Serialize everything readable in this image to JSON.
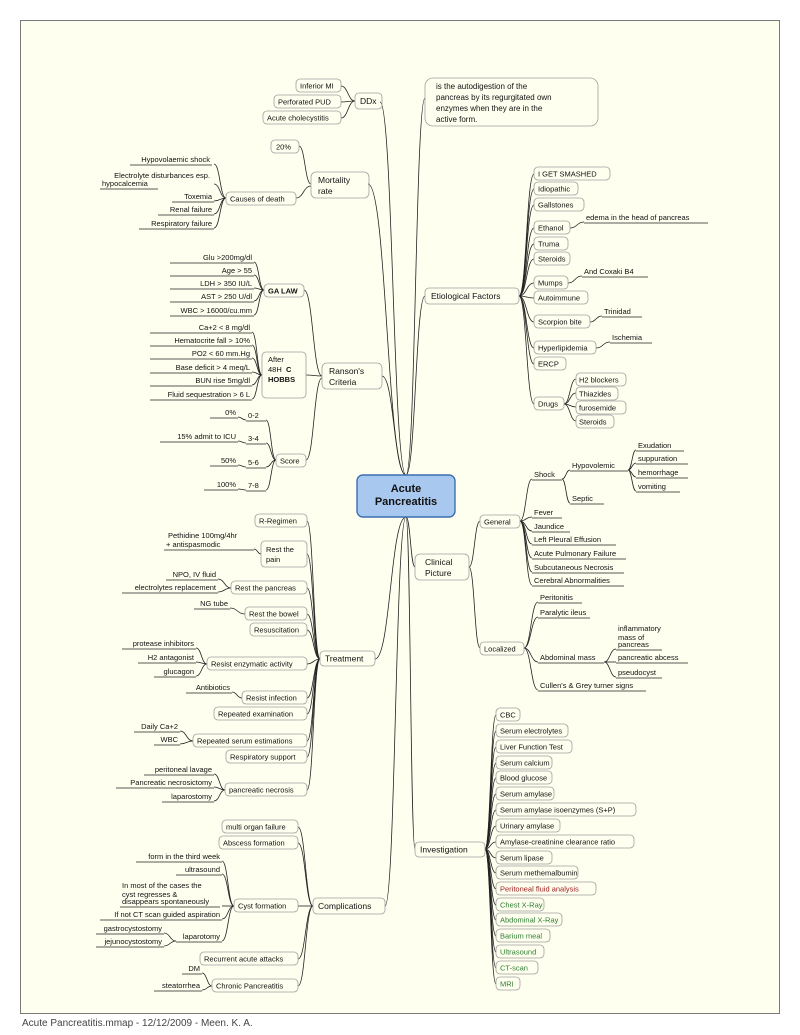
{
  "central": [
    "Acute",
    "Pancreatitis"
  ],
  "definition": [
    "is the autodigestion of the",
    "pancreas by its regurgitated own",
    "enzymes when they are in the",
    "active form."
  ],
  "footer": "Acute Pancreatitis.mmap - 12/12/2009 - Meen. K. A.",
  "colors": {
    "central_fill": "#a9c8f0",
    "central_border": "#3a6fb0",
    "line": "#222222",
    "sub_node_border": "#a0a0a0",
    "green_text": "#2e7d32",
    "red_text": "#a02020",
    "background": "#fffff0"
  },
  "ddx": {
    "label": "DDx",
    "items": [
      "Inferior MI",
      "Perforated PUD",
      "Acute cholecystitis"
    ]
  },
  "mortality": {
    "label": [
      "Mortality",
      "rate"
    ],
    "rate": "20%",
    "causes_label": "Causes of death",
    "causes": [
      "Hypovolaemic shock",
      "Electrolyte disturbances esp.",
      "hypocalcemia",
      "Toxemia",
      "Renal failure",
      "Respiratory failure"
    ]
  },
  "ranson": {
    "label": [
      "Ranson's",
      "Criteria"
    ],
    "ga_law": {
      "label": "GA LAW",
      "items": [
        "Glu >200mg/dl",
        "Age > 55",
        "LDH > 350 IU/L",
        "AST > 250 U/dl",
        "WBC > 16000/cu.mm"
      ]
    },
    "after": {
      "label": [
        "After",
        "48H",
        "C",
        "HOBBS"
      ],
      "items": [
        "Ca+2 < 8 mg/dl",
        "Hematocrite fall > 10%",
        "PO2 < 60 mm.Hg",
        "Base deficit > 4 meq/L",
        "BUN rise 5mg/dl",
        "Fluid sequestration > 6 L"
      ]
    },
    "score": {
      "label": "Score",
      "ranges": [
        "0-2",
        "3-4",
        "5-6",
        "7-8"
      ],
      "values": [
        "0%",
        "15% admit to ICU",
        "50%",
        "100%"
      ]
    }
  },
  "treatment": {
    "label": "Treatment",
    "items": [
      "R-Regimen",
      "Rest the",
      "pain",
      "Pethidine 100mg/4hr",
      "+ antispasmodic",
      "Rest the pancreas",
      "NPO, IV fluid",
      "electrolytes replacement",
      "Rest the bowel",
      "NG tube",
      "Resuscitation",
      "Resist enzymatic activity",
      "protease inhibitors",
      "H2 antagonist",
      "glucagon",
      "Resist infection",
      "Antibiotics",
      "Repeated examination",
      "Repeated serum estimations",
      "Daily Ca+2",
      "WBC",
      "Respiratory support",
      "pancreatic necrosis",
      "peritoneal lavage",
      "Pancreatic necrosictomy",
      "laparostomy"
    ]
  },
  "complications": {
    "label": "Complications",
    "items": [
      "multi organ failure",
      "Abscess formation",
      "Cyst formation",
      "form in the third week",
      "ultrasound",
      "In most of the cases the",
      "cyst regresses &",
      "disappears spontaneously",
      "If not CT scan guided aspiration",
      "laparotomy",
      "gastrocystostomy",
      "jejunocystostomy",
      "Recurrent acute attacks",
      "Chronic Pancreatitis",
      "DM",
      "steatorrhea"
    ]
  },
  "etiology": {
    "label": "Etiological Factors",
    "items": [
      "I GET SMASHED",
      "Idiopathic",
      "Gallstones",
      "Ethanol",
      "edema in the head of pancreas",
      "Truma",
      "Steroids",
      "Mumps",
      "And Coxaki B4",
      "Autoimmune",
      "Scorpion bite",
      "Trinidad",
      "Hyperlipidemia",
      "Ischemia",
      "ERCP",
      "Drugs",
      "H2 blockers",
      "Thiazides",
      "furosemide",
      "Steroids"
    ]
  },
  "clinical": {
    "label": [
      "Clinical",
      "Picture"
    ],
    "general": {
      "label": "General",
      "items": [
        "Shock",
        "Hypovolemic",
        "Exudation",
        "suppuration",
        "hemorrhage",
        "vomiting",
        "Septic",
        "Fever",
        "Jaundice",
        "Left Pleural Effusion",
        "Acute Pulmonary Failure",
        "Subcutaneous Necrosis",
        "Cerebral Abnormalities"
      ]
    },
    "localized": {
      "label": "Localized",
      "items": [
        "Peritonitis",
        "Paralytic ileus",
        "Abdominal mass",
        "inflammatory",
        "mass of",
        "pancreas",
        "pancreatic abcess",
        "pseudocyst",
        "Cullen's & Grey turner signs"
      ]
    }
  },
  "investigation": {
    "label": "Investigation",
    "items": [
      "CBC",
      "Serum electrolytes",
      "Liver Function Test",
      "Serum calcium",
      "Blood glucose",
      "Serum amylase",
      "Serum amylase isoenzymes (S+P)",
      "Urinary amylase",
      "Amylase-creatinine clearance ratio",
      "Serum lipase",
      "Serum methemalbumin",
      "Peritoneal fluid analysis",
      "Chest X-Ray",
      "Abdominal X-Ray",
      "Barium meal",
      "Ultrasound",
      "CT-scan",
      "MRI"
    ]
  }
}
